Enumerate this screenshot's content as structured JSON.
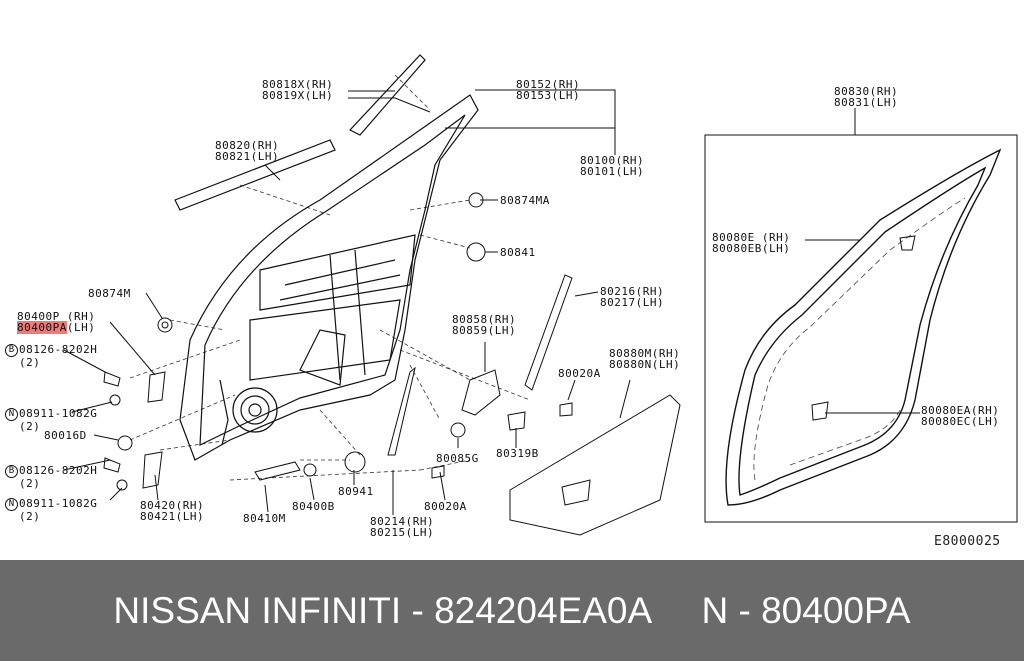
{
  "diagram": {
    "code": "E8000025",
    "labels": [
      {
        "id": "l1",
        "lines": [
          "80818X(RH)",
          "80819X(LH)"
        ]
      },
      {
        "id": "l2",
        "lines": [
          "80152(RH)",
          "80153(LH)"
        ]
      },
      {
        "id": "l3",
        "lines": [
          "80830(RH)",
          "80831(LH)"
        ]
      },
      {
        "id": "l4",
        "lines": [
          "80820(RH)",
          "80821(LH)"
        ]
      },
      {
        "id": "l5",
        "lines": [
          "80100(RH)",
          "80101(LH)"
        ]
      },
      {
        "id": "l6",
        "lines": [
          "80874MA"
        ]
      },
      {
        "id": "l7",
        "lines": [
          "80841"
        ]
      },
      {
        "id": "l8",
        "lines": [
          "80080E (RH)",
          "80080EB(LH)"
        ]
      },
      {
        "id": "l9",
        "lines": [
          "80874M"
        ]
      },
      {
        "id": "l10",
        "lines": [
          "80216(RH)",
          "80217(LH)"
        ]
      },
      {
        "id": "l11",
        "lines": [
          "80400P (RH)",
          "80400PA(LH)"
        ],
        "highlight": "80400PA"
      },
      {
        "id": "l12",
        "lines": [
          "80858(RH)",
          "80859(LH)"
        ]
      },
      {
        "id": "l13",
        "lines": [
          "08126-8202H",
          "(2)"
        ],
        "prefix": "B"
      },
      {
        "id": "l14",
        "lines": [
          "80880M(RH)",
          "80880N(LH)"
        ]
      },
      {
        "id": "l15",
        "lines": [
          "80020A"
        ]
      },
      {
        "id": "l16",
        "lines": [
          "08911-1082G",
          "(2)"
        ],
        "prefix": "N"
      },
      {
        "id": "l17",
        "lines": [
          "80080EA(RH)",
          "80080EC(LH)"
        ]
      },
      {
        "id": "l18",
        "lines": [
          "80016D"
        ]
      },
      {
        "id": "l19",
        "lines": [
          "08126-8202H",
          "(2)"
        ],
        "prefix": "B"
      },
      {
        "id": "l20",
        "lines": [
          "80085G"
        ]
      },
      {
        "id": "l21",
        "lines": [
          "80319B"
        ]
      },
      {
        "id": "l22",
        "lines": [
          "80941"
        ]
      },
      {
        "id": "l23",
        "lines": [
          "08911-1082G",
          "(2)"
        ],
        "prefix": "N"
      },
      {
        "id": "l24",
        "lines": [
          "80420(RH)",
          "80421(LH)"
        ]
      },
      {
        "id": "l25",
        "lines": [
          "80400B"
        ]
      },
      {
        "id": "l26",
        "lines": [
          "80410M"
        ]
      },
      {
        "id": "l27",
        "lines": [
          "80020A"
        ]
      },
      {
        "id": "l28",
        "lines": [
          "80214(RH)",
          "80215(LH)"
        ]
      }
    ]
  },
  "footer": {
    "text": "NISSAN INFINITI - 824204EA0A     N - 80400PA"
  },
  "colors": {
    "footer_bg": "#6a6a6a",
    "highlight": "#ee7b7b",
    "line": "#111111"
  }
}
